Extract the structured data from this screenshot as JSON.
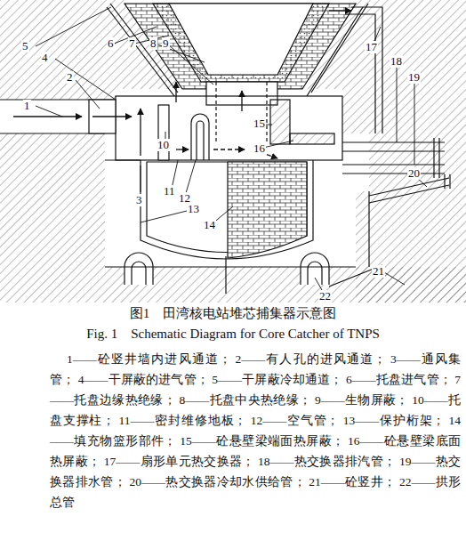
{
  "diagram": {
    "caption": "图1　田湾核电站堆芯捕集器示意图",
    "labels": [
      "1",
      "2",
      "3",
      "4",
      "5",
      "6",
      "7",
      "8",
      "9",
      "10",
      "11",
      "12",
      "13",
      "14",
      "15",
      "16",
      "17",
      "18",
      "19",
      "20",
      "21",
      "22",
      "Fig. 1　Schematic Diagram for Core Catcher of TNPS",
      "1——砼竖井墙内进风通道；",
      "2——有人孔的进风通道；",
      "3——通风集管；",
      "4——干屏蔽的进气管；",
      "5——干屏蔽冷却通道；",
      "6——托盘进气管；",
      "7——托盘边缘热绝缘；",
      "8——托盘中央热绝缘；",
      "9——生物屏蔽；",
      "10——托盘支撑柱；",
      "11——密封维修地板；",
      "12——空气管；",
      "13——保护桁架；",
      "14——填充物篮形部件；",
      "15——砼悬壁梁端面热屏蔽；",
      "16——砼悬壁梁底面热屏蔽；",
      "17——扇形单元热交换器；",
      "18——热交换器排汽管；",
      "19——热交换器排水管；",
      "20——热交换器冷却水供给管；",
      "21——砼竖井；",
      "22——拱形总管"
    ]
  }
}
